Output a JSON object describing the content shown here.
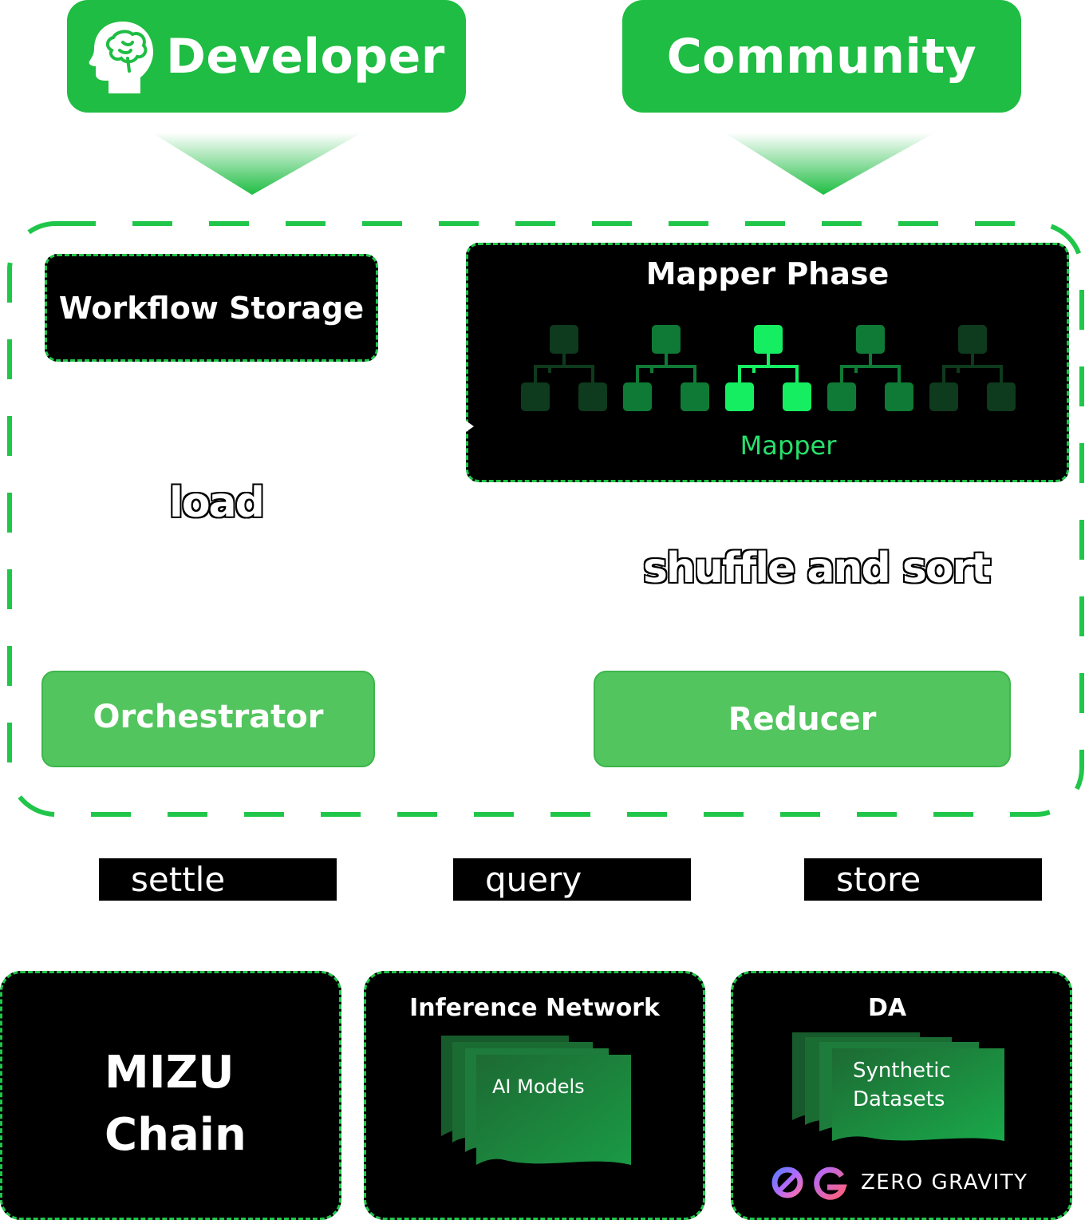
{
  "roles": {
    "developer": "Developer",
    "community": "Community"
  },
  "pipeline": {
    "workflow_storage": "Workflow Storage",
    "mapper_phase": {
      "title": "Mapper Phase",
      "caption": "Mapper",
      "tree_count": 5
    },
    "load_label": "load",
    "shuffle_label": "shuffle and sort",
    "orchestrator": "Orchestrator",
    "reducer": "Reducer"
  },
  "edges": {
    "settle": "settle",
    "query": "query",
    "store": "store"
  },
  "bottom": {
    "chain": {
      "line1": "MIZU",
      "line2": "Chain"
    },
    "inference": {
      "title": "Inference Network",
      "card": "AI Models"
    },
    "da": {
      "title": "DA",
      "card_line1": "Synthetic",
      "card_line2": "Datasets",
      "brand": "ZERO GRAVITY"
    }
  },
  "colors": {
    "brand_green": "#1fbd43",
    "dash_green": "#20c64a",
    "light_green": "#52c55e",
    "mapper_text": "#27e06b"
  }
}
